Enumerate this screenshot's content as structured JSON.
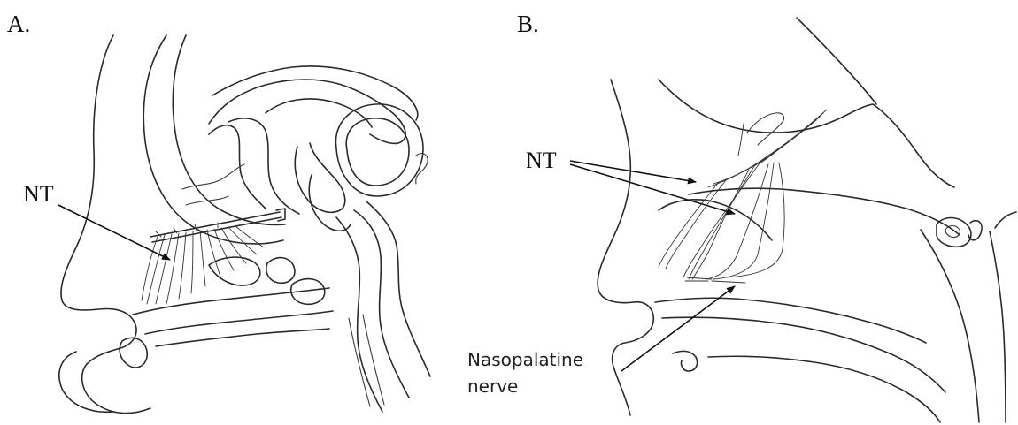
{
  "panels": [
    {
      "id": "A",
      "letter": "A.",
      "labels": [
        "NT"
      ]
    },
    {
      "id": "B",
      "letter": "B.",
      "labels": [
        "NT"
      ],
      "nerve_label_line1": "Nasopalatine",
      "nerve_label_line2": "nerve"
    }
  ],
  "colors": {
    "ink": "#2a2a2a",
    "background": "#ffffff"
  }
}
